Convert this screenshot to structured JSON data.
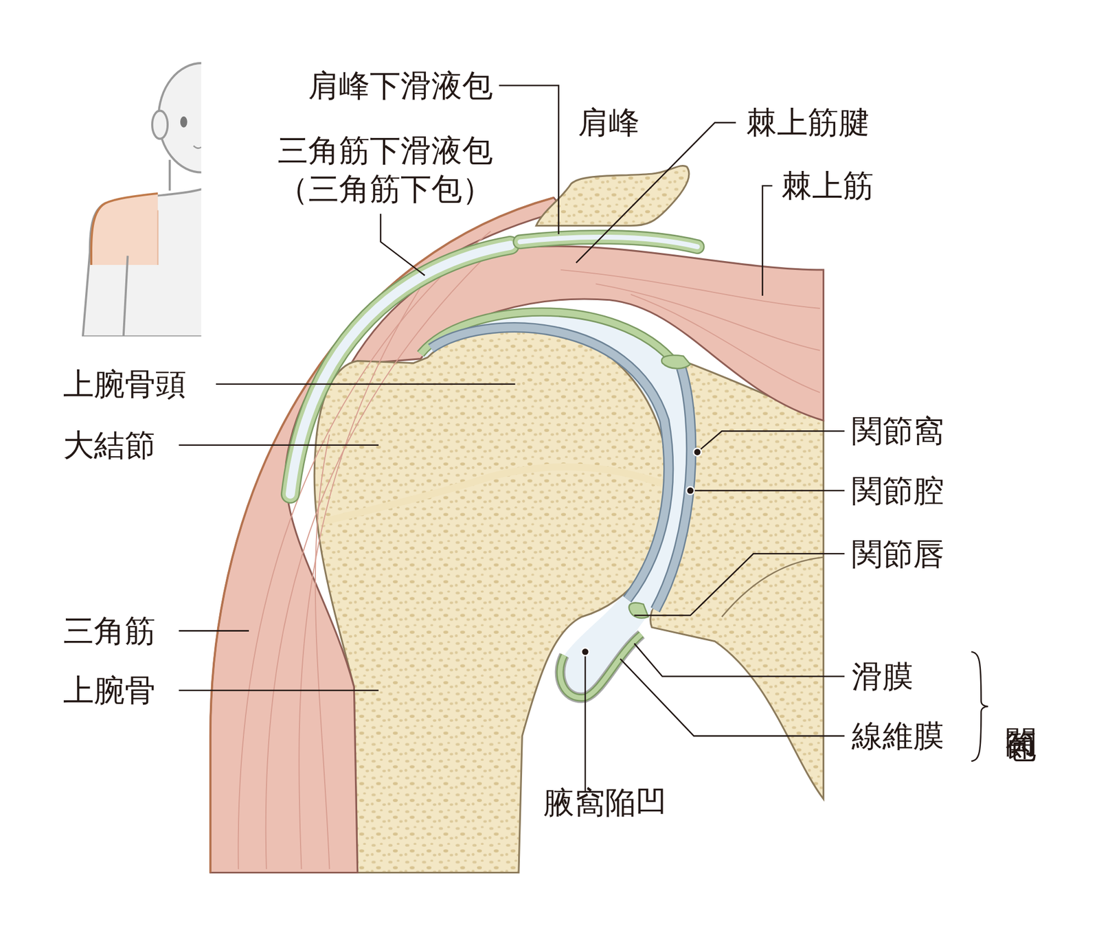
{
  "diagram": {
    "labels": [
      "肩峰下滑液包",
      "肩峰",
      "棘上筋腱",
      "三角筋下滑液包 （三角筋下包）",
      "棘上筋",
      "上腕骨頭",
      "大結節",
      "関節窩",
      "関節腔",
      "関節唇",
      "三角筋",
      "上腕骨",
      "滑膜",
      "線維膜",
      "関節包",
      "腋窩陥凹"
    ]
  }
}
